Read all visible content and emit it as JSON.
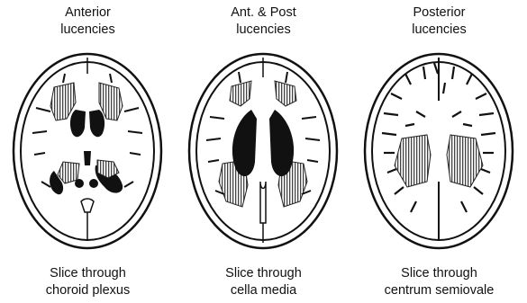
{
  "panels": [
    {
      "top_label": [
        "Anterior",
        "lucencies"
      ],
      "bottom_label": [
        "Slice through",
        "choroid plexus"
      ]
    },
    {
      "top_label": [
        "Ant. & Post",
        "lucencies"
      ],
      "bottom_label": [
        "Slice through",
        "cella media"
      ]
    },
    {
      "top_label": [
        "Posterior",
        "lucencies"
      ],
      "bottom_label": [
        "Slice through",
        "centrum semiovale"
      ]
    }
  ],
  "colors": {
    "line": "#111111",
    "hatch": "#444444",
    "background": "#ffffff"
  }
}
